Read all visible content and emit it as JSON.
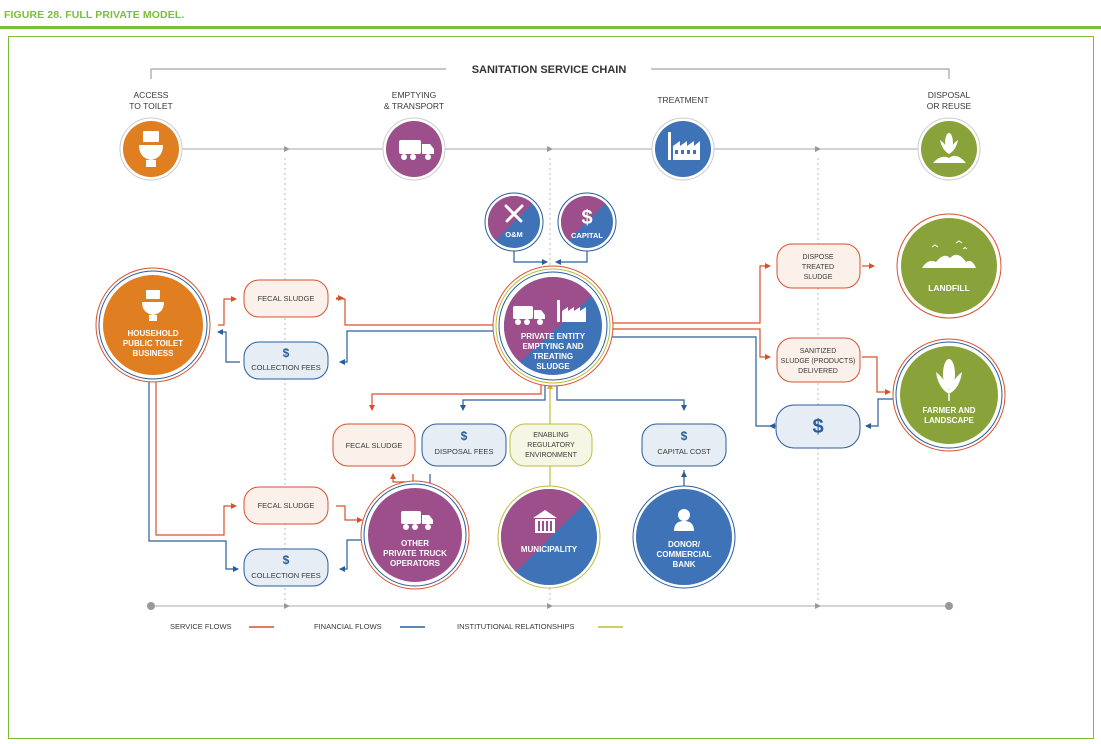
{
  "figure_title": "FIGURE 28. FULL PRIVATE MODEL.",
  "chain": {
    "title": "SANITATION SERVICE CHAIN",
    "stages": [
      {
        "line1": "ACCESS",
        "line2": "TO TOILET"
      },
      {
        "line1": "EMPTYING",
        "line2": "& TRANSPORT"
      },
      {
        "line1": "TREATMENT",
        "line2": ""
      },
      {
        "line1": "DISPOSAL",
        "line2": "OR REUSE"
      }
    ]
  },
  "actors": {
    "household": {
      "line1": "HOUSEHOLD",
      "line2": "PUBLIC TOILET",
      "line3": "BUSINESS"
    },
    "private_entity": {
      "line1": "PRIVATE ENTITY",
      "line2": "EMPTYING AND",
      "line3": "TREATING",
      "line4": "SLUDGE"
    },
    "om": {
      "label": "O&M"
    },
    "capital": {
      "symbol": "$",
      "label": "CAPITAL"
    },
    "landfill": {
      "label": "LANDFILL"
    },
    "farmer": {
      "line1": "FARMER AND",
      "line2": "LANDSCAPE"
    },
    "truck_operators": {
      "line1": "OTHER",
      "line2": "PRIVATE TRUCK",
      "line3": "OPERATORS"
    },
    "municipality": {
      "label": "MUNICIPALITY"
    },
    "donor": {
      "line1": "DONOR/",
      "line2": "COMMERCIAL",
      "line3": "BANK"
    }
  },
  "flows": {
    "fecal_sludge_top": "FECAL SLUDGE",
    "collection_fees_top": {
      "symbol": "$",
      "label": "COLLECTION FEES"
    },
    "fecal_sludge_mid": "FECAL SLUDGE",
    "disposal_fees": {
      "symbol": "$",
      "label": "DISPOSAL FEES"
    },
    "enabling": {
      "line1": "ENABLING",
      "line2": "REGULATORY",
      "line3": "ENVIRONMENT"
    },
    "capital_cost": {
      "symbol": "$",
      "label": "CAPITAL COST"
    },
    "fecal_sludge_bottom": "FECAL SLUDGE",
    "collection_fees_bottom": {
      "symbol": "$",
      "label": "COLLECTION FEES"
    },
    "dispose_treated": {
      "line1": "DISPOSE",
      "line2": "TREATED",
      "line3": "SLUDGE"
    },
    "sanitized": {
      "line1": "SANITIZED",
      "line2": "SLUDGE (PRODUCTS)",
      "line3": "DELIVERED"
    },
    "payment_symbol": "$"
  },
  "legend": {
    "service": "SERVICE FLOWS",
    "financial": "FINANCIAL FLOWS",
    "institutional": "INSTITUTIONAL RELATIONSHIPS"
  },
  "colors": {
    "green": "#7cbd3a",
    "orange": "#e07e22",
    "purple": "#9c4f8a",
    "blue": "#3f73b8",
    "olive": "#8aa23a",
    "service_red": "#d9512c",
    "financial_blue": "#2a5d9a",
    "institutional": "#bfbd3a",
    "gray": "#8f8f8f",
    "text": "#3a3a3a"
  },
  "icons": {
    "toilet": "toilet-icon",
    "truck": "truck-icon",
    "factory": "factory-icon",
    "plant": "plant-icon",
    "tools": "tools-icon",
    "landfill": "landfill-icon",
    "corn": "corn-icon",
    "building": "building-icon",
    "person": "person-icon"
  }
}
